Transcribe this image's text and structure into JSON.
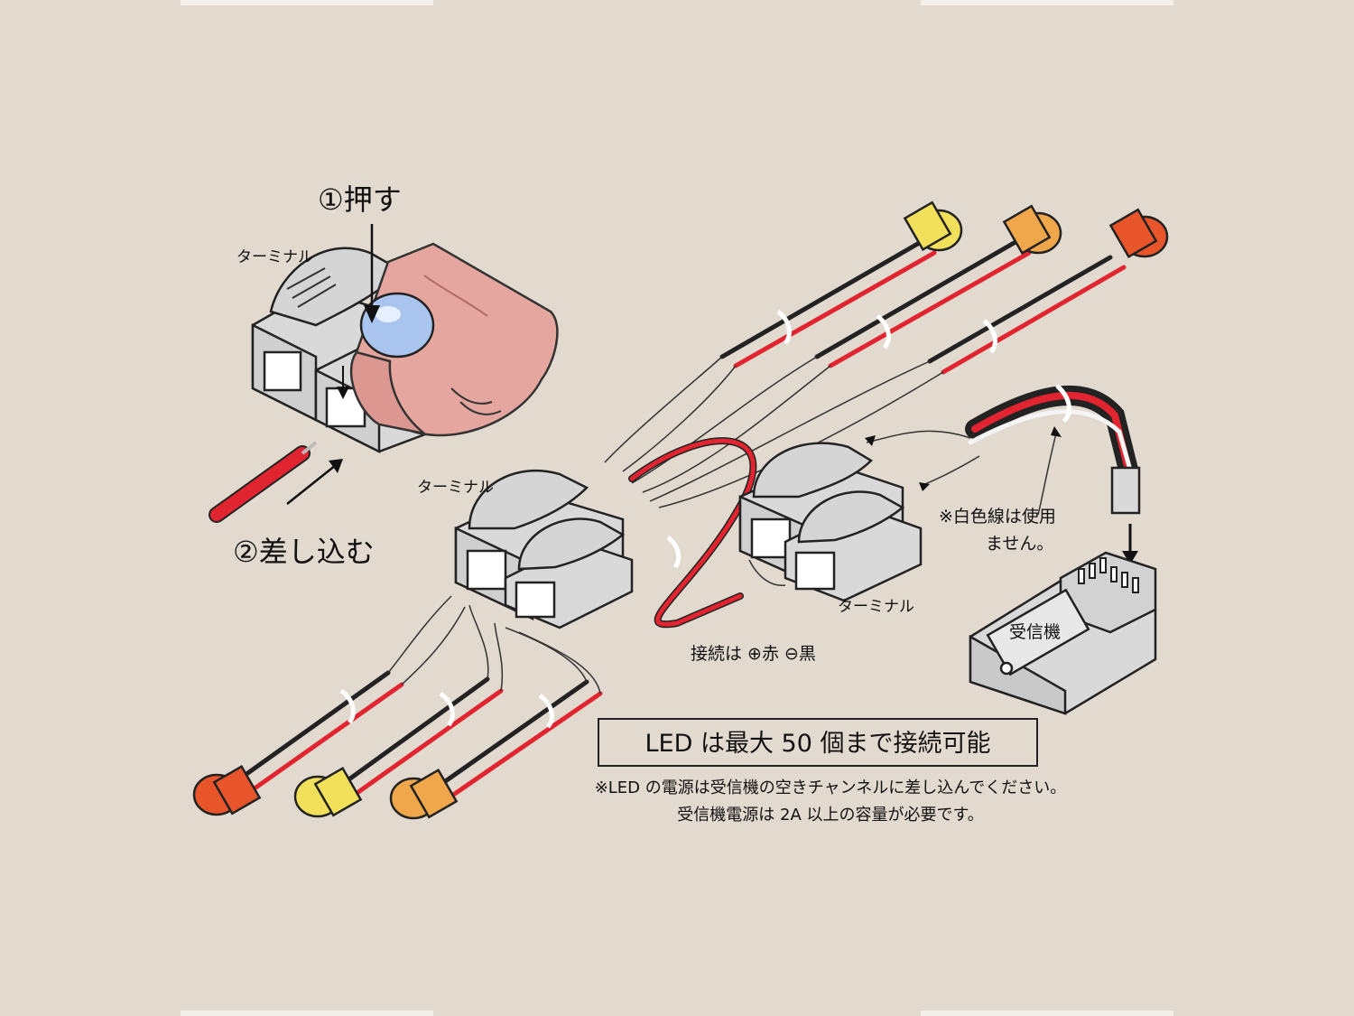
{
  "steps": {
    "press": "①押す",
    "insert": "②差し込む"
  },
  "labels": {
    "terminal_top": "ターミナル",
    "terminal_center": "ターミナル",
    "terminal_right": "ターミナル",
    "receiver": "受信機",
    "polarity": "接続は ⊕赤 ⊖黒",
    "white_wire_note_1": "※白色線は使用",
    "white_wire_note_2": "ません。"
  },
  "notice": {
    "boxed": "LED は最大 50 個まで接続可能",
    "line1": "※LED の電源は受信機の空きチャンネルに差し込んでください。",
    "line2": "受信機電源は 2A 以上の容量が必要です。"
  },
  "colors": {
    "background": "#e2d9cf",
    "finger": "#e6a6a0",
    "button": "#a9c4ee",
    "terminal": "#d9d9d9",
    "led_yellow": "#f2e05a",
    "led_orange": "#f0a64a",
    "led_red": "#e8552a",
    "wire_red": "#e02430",
    "wire_black": "#222222"
  }
}
